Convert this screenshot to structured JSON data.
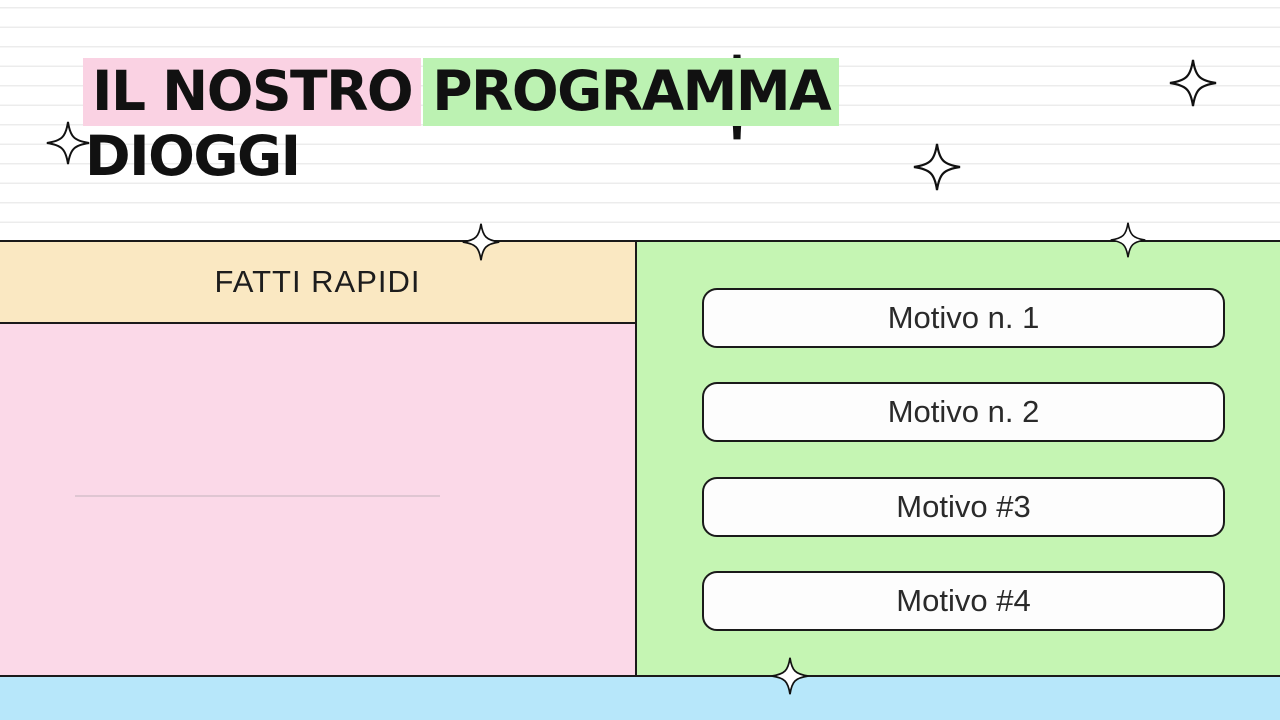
{
  "slide": {
    "title": {
      "line1_part1": "IL NOSTRO",
      "line1_part2": "PROGRAMMA",
      "line2": "DIOGGI"
    },
    "left_panel": {
      "header": "FATTI RAPIDI"
    },
    "right_panel": {
      "buttons": [
        "Motivo n. 1",
        "Motivo n. 2",
        "Motivo #3",
        "Motivo #4"
      ]
    },
    "decorations": {
      "icon": "four-point-sparkle-icon"
    },
    "colors": {
      "highlight_pink": "#fad2e3",
      "highlight_green": "#bcf2b2",
      "panel_yellow": "#fae8c2",
      "panel_pink": "#fbd9e8",
      "panel_green": "#c5f5b3",
      "bottom_bar_blue": "#b7e7fa",
      "ruled_line_gray": "#ececec",
      "text_black": "#111111"
    }
  }
}
